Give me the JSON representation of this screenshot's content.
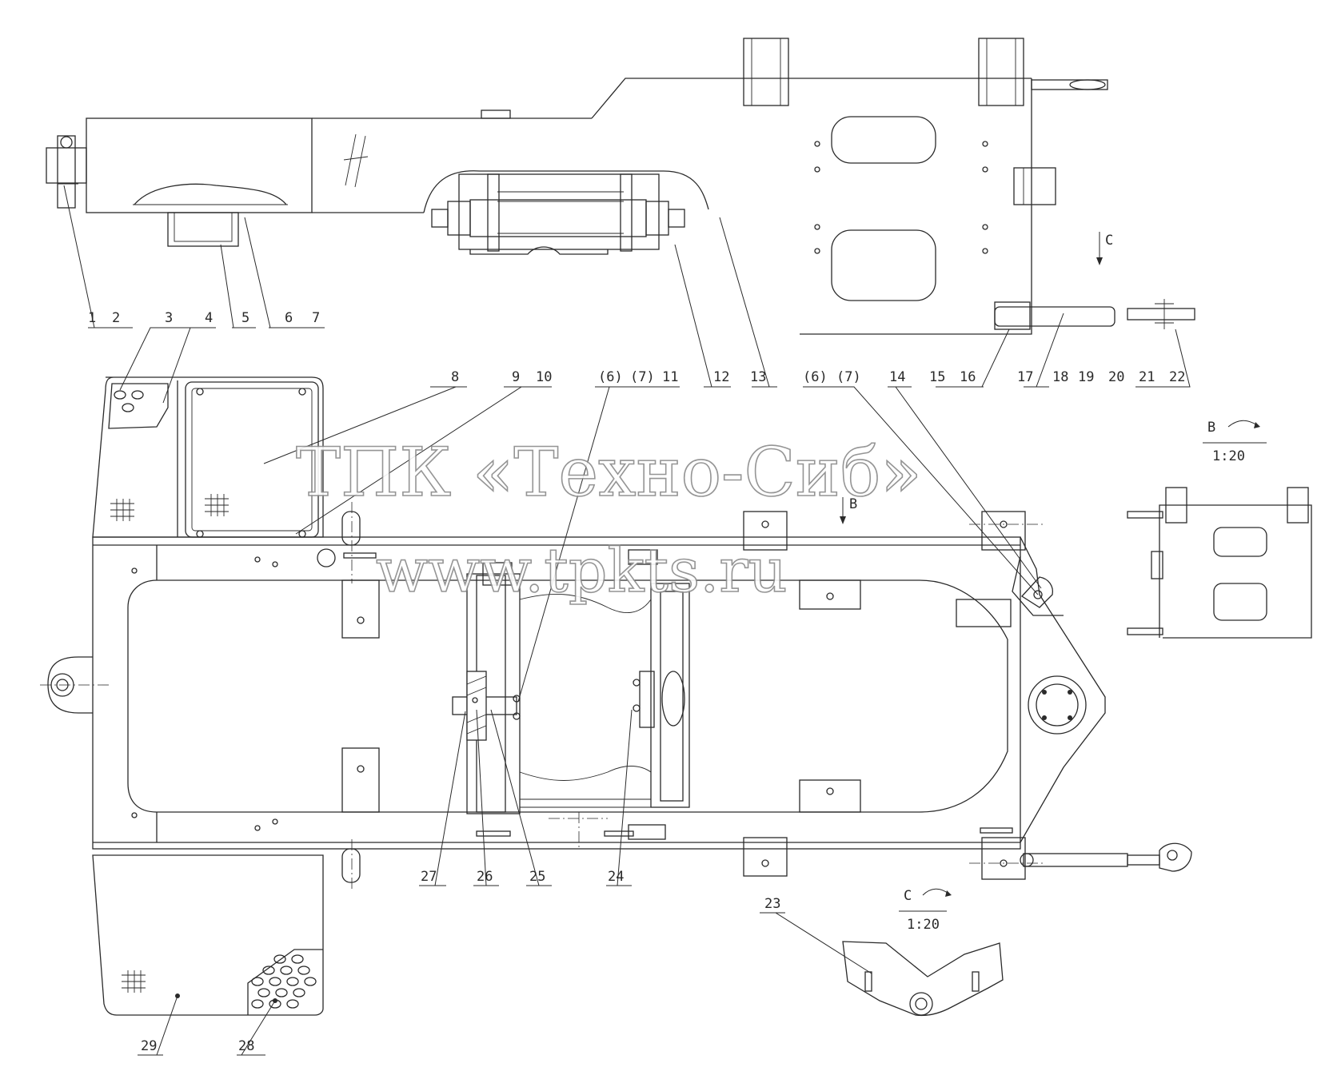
{
  "watermark": {
    "company": "ТПК «Техно-Сиб»",
    "website": "www.tpkts.ru"
  },
  "views": {
    "b": {
      "letter": "B",
      "scale": "1:20"
    },
    "c": {
      "letter": "C",
      "scale": "1:20"
    },
    "arrow_b": "B",
    "arrow_c": "C"
  },
  "callouts": [
    "1",
    "2",
    "3",
    "4",
    "5",
    "6",
    "7",
    "8",
    "9",
    "10",
    "(6)",
    "(7)",
    "11",
    "12",
    "13",
    "(6)",
    "(7)",
    "14",
    "15",
    "16",
    "17",
    "18",
    "19",
    "20",
    "21",
    "22",
    "23",
    "24",
    "25",
    "26",
    "27",
    "28",
    "29"
  ]
}
